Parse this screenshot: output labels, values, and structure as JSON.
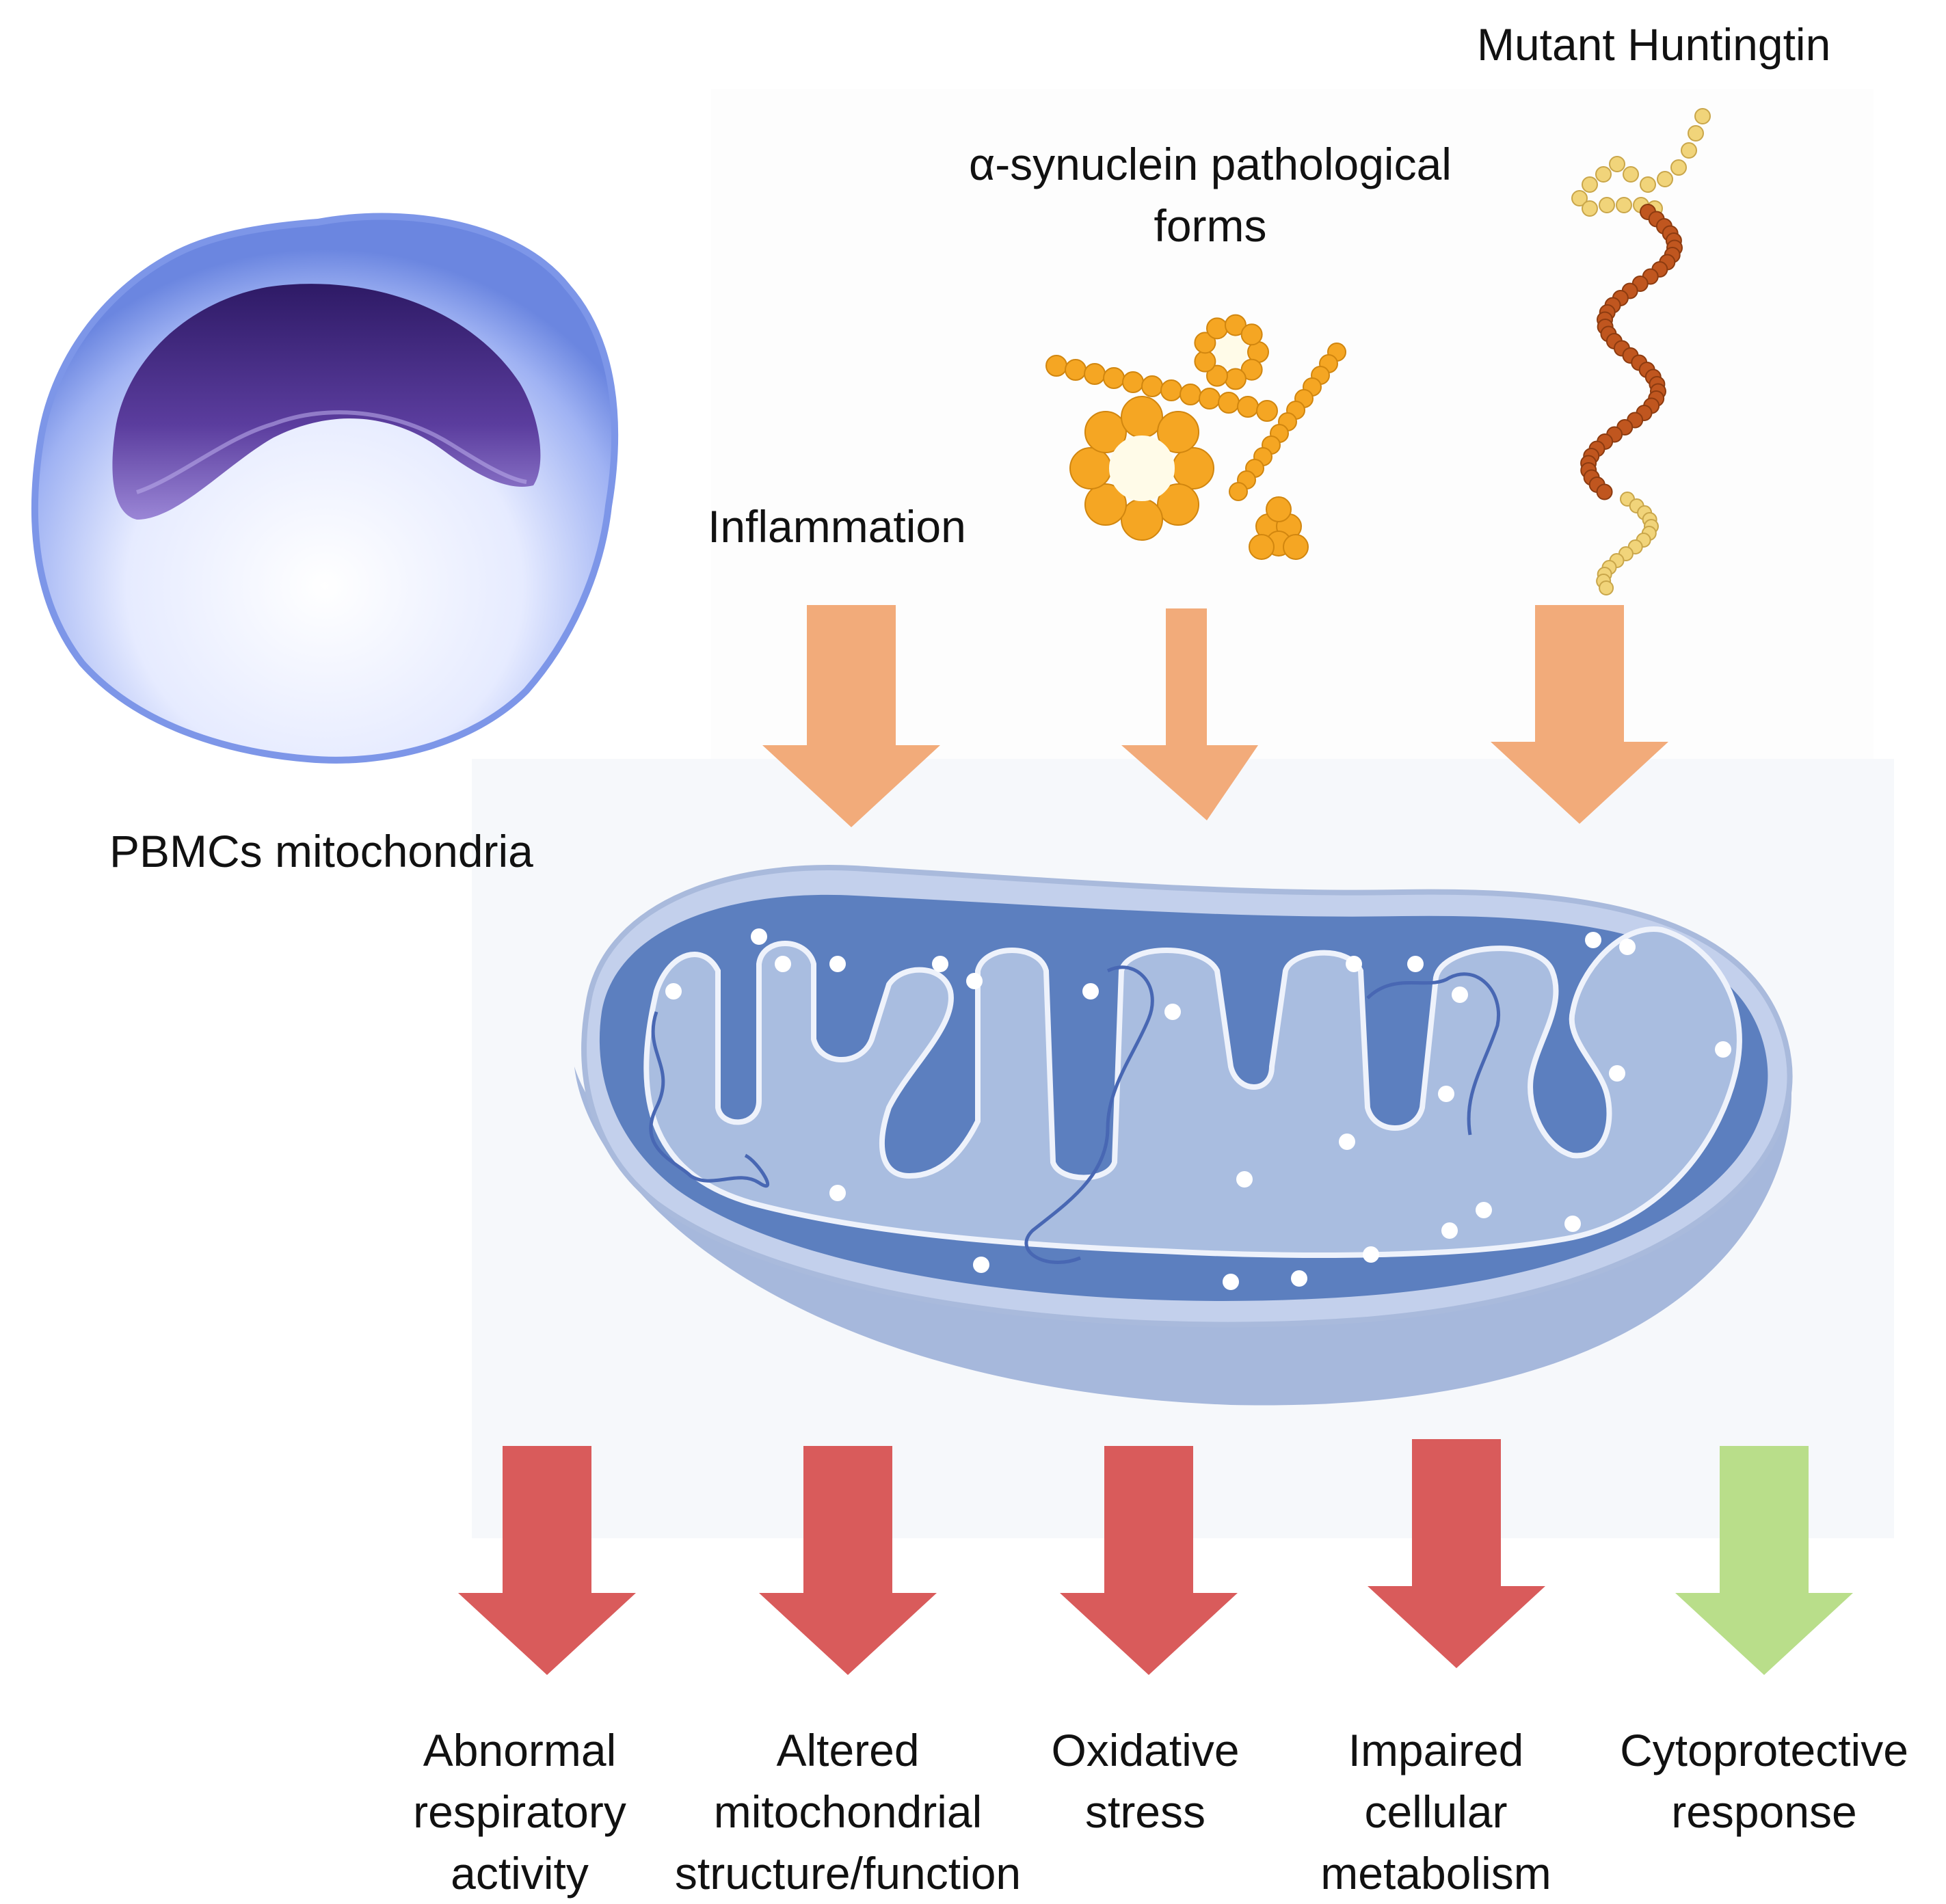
{
  "labels": {
    "pbmc": "PBMCs mitochondria",
    "inflammation": "Inflammation",
    "synuclein": [
      "α-synuclein pathological",
      "forms"
    ],
    "huntingtin": "Mutant Huntingtin"
  },
  "outcomes": [
    {
      "lines": [
        "Abnormal",
        "respiratory",
        "activity"
      ],
      "effect": "negative"
    },
    {
      "lines": [
        "Altered",
        "mitochondrial",
        "structure/function"
      ],
      "effect": "negative"
    },
    {
      "lines": [
        "Oxidative",
        "stress"
      ],
      "effect": "negative"
    },
    {
      "lines": [
        "Impaired",
        "cellular",
        "metabolism"
      ],
      "effect": "negative"
    },
    {
      "lines": [
        "Cytoprotective",
        "response"
      ],
      "effect": "positive"
    }
  ],
  "colors": {
    "input_arrow": "#f2ab7a",
    "negative_arrow": "#d95b5b",
    "positive_arrow": "#b9de8a",
    "mito_outer": "#a8b9dd",
    "mito_inner": "#5c7fbf",
    "mito_matrix": "#a9bde0",
    "cell_membrane": "#7c95e6",
    "nucleus": "#4a2f8a",
    "synuclein": "#f5a623",
    "huntingtin_body": "#c0561f",
    "huntingtin_tail": "#f1d47a"
  },
  "icons": [
    "pbmc-cell-icon",
    "synuclein-aggregates-icon",
    "huntingtin-chain-icon",
    "mitochondrion-icon"
  ]
}
